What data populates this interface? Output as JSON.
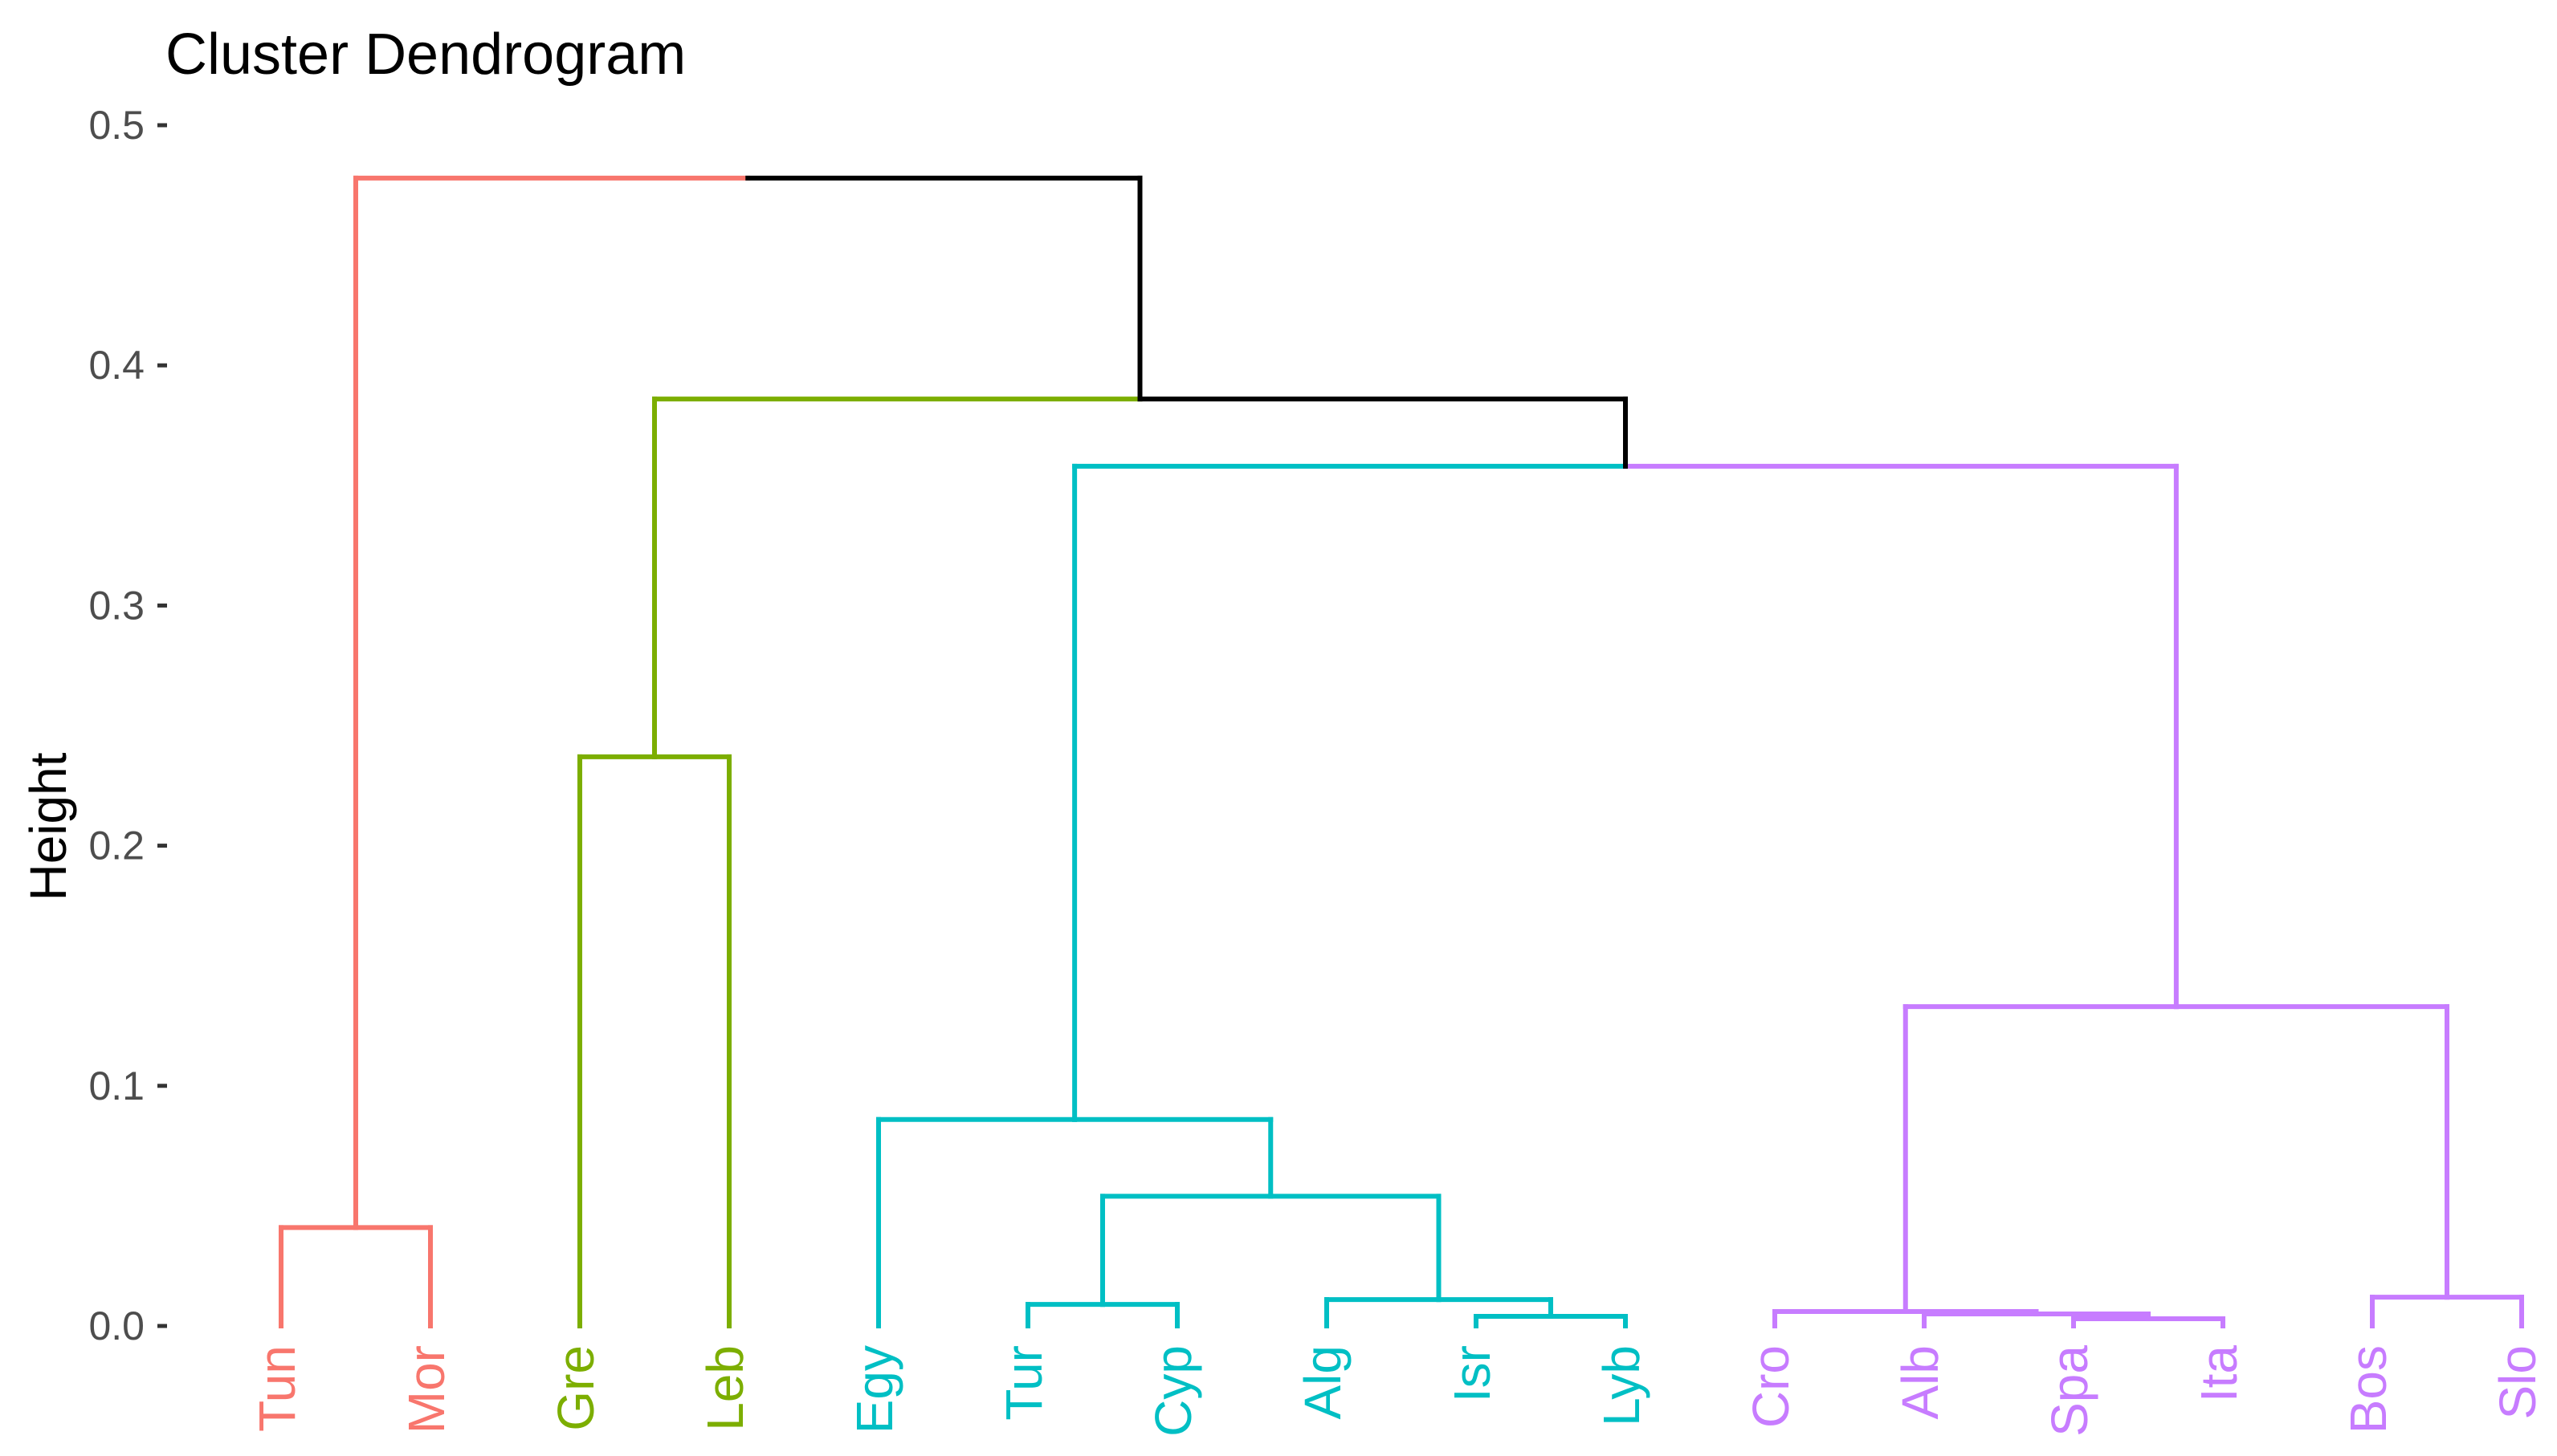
{
  "chart_data": {
    "type": "dendrogram",
    "title": "Cluster Dendrogram",
    "xlabel": "",
    "ylabel": "Height",
    "ylim": [
      0,
      0.5
    ],
    "yticks": [
      "0.0",
      "0.1",
      "0.2",
      "0.3",
      "0.4",
      "0.5"
    ],
    "grid": false,
    "leaves": [
      "Tun",
      "Mor",
      "Gre",
      "Leb",
      "Egy",
      "Tur",
      "Cyp",
      "Alg",
      "Isr",
      "Lyb",
      "Cro",
      "Alb",
      "Spa",
      "Ita",
      "Bos",
      "Slo"
    ],
    "leaf_colors": [
      "#F8766D",
      "#F8766D",
      "#7CAE00",
      "#7CAE00",
      "#00BFC4",
      "#00BFC4",
      "#00BFC4",
      "#00BFC4",
      "#00BFC4",
      "#00BFC4",
      "#C77CFF",
      "#C77CFF",
      "#C77CFF",
      "#C77CFF",
      "#C77CFF",
      "#C77CFF"
    ],
    "clusters": [
      {
        "leaves": [
          "Tun",
          "Mor"
        ],
        "color": "#F8766D"
      },
      {
        "leaves": [
          "Gre",
          "Leb"
        ],
        "color": "#7CAE00"
      },
      {
        "leaves": [
          "Egy",
          "Tur",
          "Cyp",
          "Alg",
          "Isr",
          "Lyb"
        ],
        "color": "#00BFC4"
      },
      {
        "leaves": [
          "Cro",
          "Alb",
          "Spa",
          "Ita",
          "Bos",
          "Slo"
        ],
        "color": "#C77CFF"
      }
    ],
    "merges": [
      {
        "id": "m1",
        "left": "Tun",
        "right": "Mor",
        "height": 0.041,
        "color": "#F8766D"
      },
      {
        "id": "m2",
        "left": "Gre",
        "right": "Leb",
        "height": 0.237,
        "color": "#7CAE00"
      },
      {
        "id": "m3",
        "left": "Tur",
        "right": "Cyp",
        "height": 0.009,
        "color": "#00BFC4"
      },
      {
        "id": "m4",
        "left": "Isr",
        "right": "Lyb",
        "height": 0.004,
        "color": "#00BFC4"
      },
      {
        "id": "m5",
        "left": "Alg",
        "right": "m4",
        "height": 0.011,
        "color": "#00BFC4"
      },
      {
        "id": "m6",
        "left": "m3",
        "right": "m5",
        "height": 0.054,
        "color": "#00BFC4"
      },
      {
        "id": "m7",
        "left": "Egy",
        "right": "m6",
        "height": 0.086,
        "color": "#00BFC4"
      },
      {
        "id": "m8",
        "left": "Spa",
        "right": "Ita",
        "height": 0.003,
        "color": "#C77CFF"
      },
      {
        "id": "m9",
        "left": "Alb",
        "right": "m8",
        "height": 0.005,
        "color": "#C77CFF"
      },
      {
        "id": "m10",
        "left": "Cro",
        "right": "m9",
        "height": 0.006,
        "color": "#C77CFF"
      },
      {
        "id": "m11",
        "left": "Bos",
        "right": "Slo",
        "height": 0.012,
        "color": "#C77CFF"
      },
      {
        "id": "m12",
        "left": "m10",
        "right": "m11",
        "height": 0.133,
        "color": "#C77CFF"
      },
      {
        "id": "m13",
        "left": "m7",
        "right": "m12",
        "height": 0.358,
        "color": "#000000",
        "arm_colors": [
          "#00BFC4",
          "#C77CFF"
        ]
      },
      {
        "id": "m14",
        "left": "m2",
        "right": "m13",
        "height": 0.386,
        "color": "#000000",
        "arm_colors": [
          "#7CAE00",
          "#000000"
        ]
      },
      {
        "id": "m15",
        "left": "m1",
        "right": "m14",
        "height": 0.478,
        "color": "#000000",
        "arm_colors": [
          "#F8766D",
          "#000000"
        ]
      }
    ]
  }
}
